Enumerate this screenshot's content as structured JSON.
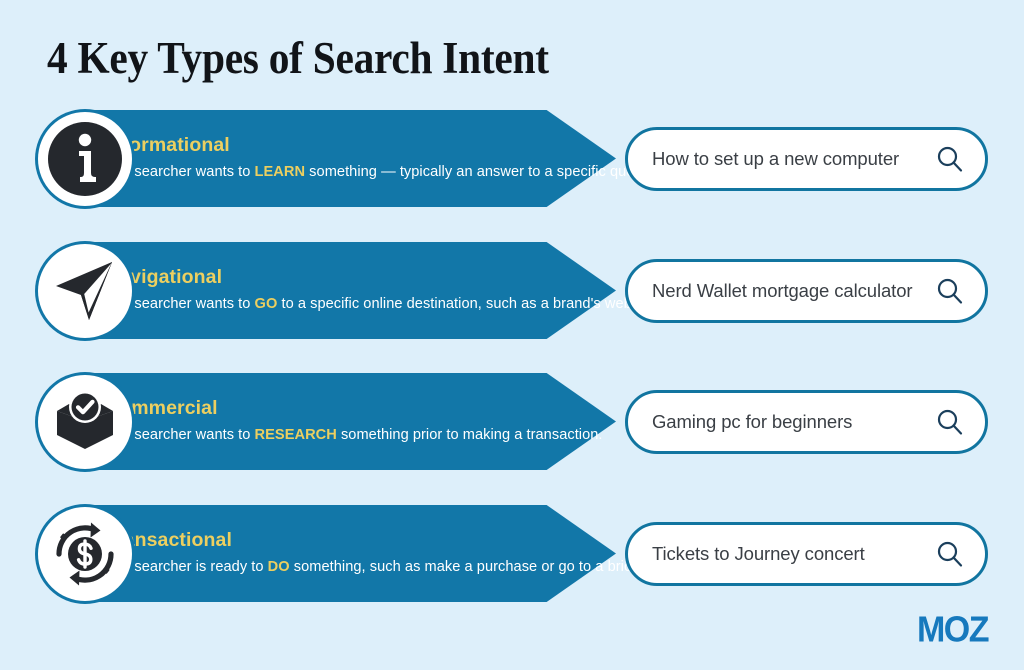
{
  "page": {
    "title": "4 Key Types of Search Intent",
    "background_color": "#ddeffa",
    "banner_color": "#1277a8",
    "accent_gold": "#eccf60",
    "brand_color": "#1679bd",
    "logo": "MOZ"
  },
  "rows": [
    {
      "icon": "info-icon",
      "category": "Informational",
      "desc_before": "The searcher wants to ",
      "desc_keyword": "LEARN",
      "desc_after": " something — typically an answer to a specific question.",
      "query": "How to set up a new computer",
      "search_icon": "magnifier-icon"
    },
    {
      "icon": "navigation-arrow-icon",
      "category": "Navigational",
      "desc_before": "The searcher wants to ",
      "desc_keyword": "GO",
      "desc_after": " to a specific online destination, such as a brand's website or an online resource.",
      "query": "Nerd Wallet mortgage calculator",
      "search_icon": "magnifier-icon"
    },
    {
      "icon": "open-box-check-icon",
      "category": "Commercial",
      "desc_before": "The searcher wants to ",
      "desc_keyword": "RESEARCH",
      "desc_after": " something prior to making a transaction.",
      "query": "Gaming pc for beginners",
      "search_icon": "magnifier-icon"
    },
    {
      "icon": "dollar-cycle-icon",
      "category": "Transactional",
      "desc_before": "The searcher is ready to ",
      "desc_keyword": "DO",
      "desc_after": " something, such as make a purchase or go to a brick-and-mortar business.",
      "query": "Tickets to Journey concert",
      "search_icon": "magnifier-icon"
    }
  ]
}
